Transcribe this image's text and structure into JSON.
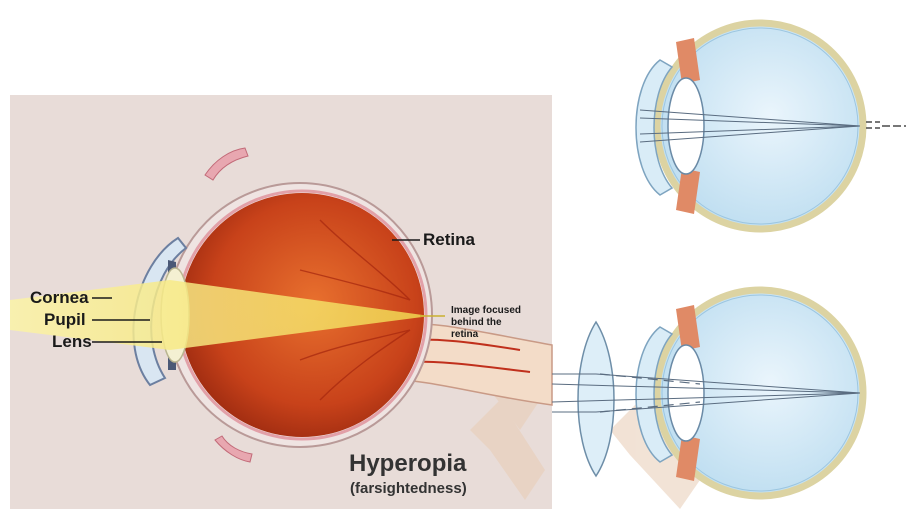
{
  "labels": {
    "retina": "Retina",
    "cornea": "Cornea",
    "pupil": "Pupil",
    "lens": "Lens",
    "image_note": "Image focused behind the retina"
  },
  "title": "Hyperopia",
  "subtitle": "(farsightedness)",
  "colors": {
    "panel_bg": "#e8dcd8",
    "eye_interior": "#c9441c",
    "light_beam": "#f5e36a",
    "eyeball_fill": "#cfe6f4",
    "sclera_ring": "#efe6bd"
  }
}
